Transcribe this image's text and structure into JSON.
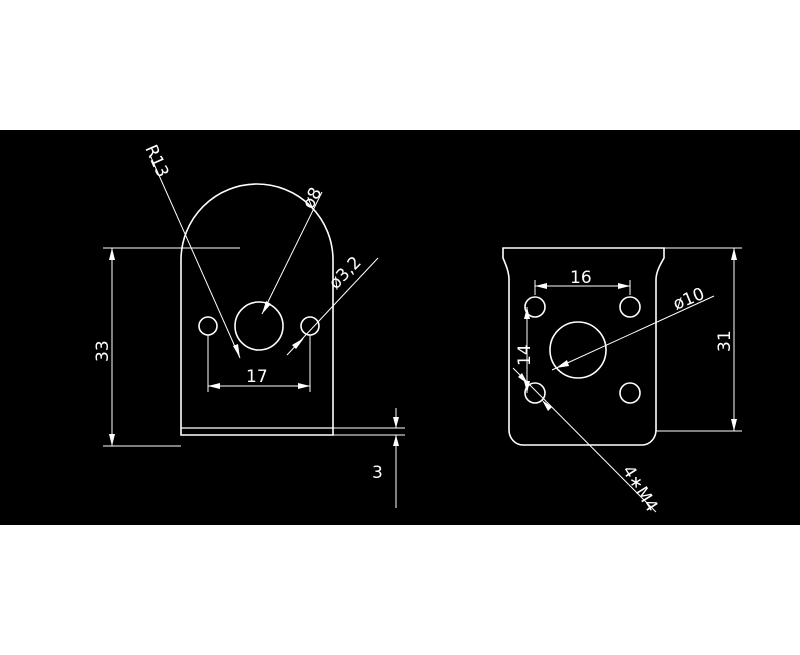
{
  "drawing": {
    "background_color": "#000000",
    "line_color": "#ffffff",
    "left_bracket": {
      "radius_label": "R13",
      "center_hole_label": "ø8",
      "small_hole_label": "ø3,2",
      "hole_spacing_label": "17",
      "height_label": "33",
      "thickness_label": "3"
    },
    "right_bracket": {
      "hole_spacing_label": "16",
      "center_hole_label": "ø10",
      "vertical_spacing_label": "14",
      "height_label": "31",
      "mount_holes_label": "4∗M4"
    }
  }
}
